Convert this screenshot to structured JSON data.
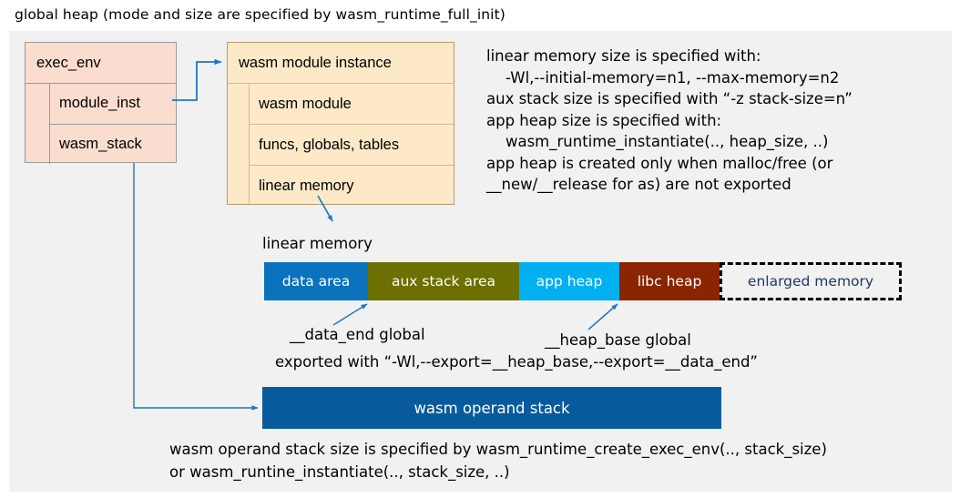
{
  "title": "global heap (mode and size are specified by wasm_runtime_full_init)",
  "colors": {
    "panel_bg": "#f1f1f1",
    "exec_env_fill": "#fbddcf",
    "module_instance_fill": "#fde9c8",
    "data_area": "#0b72bd",
    "aux_stack_area": "#6b7000",
    "app_heap": "#00b0f0",
    "libc_heap": "#8b2500",
    "enlarged_memory_text": "#1f3864",
    "operand_stack": "#075b9d",
    "connector": "#1f77c4"
  },
  "exec_env": {
    "header": "exec_env",
    "fields": [
      "module_inst",
      "wasm_stack"
    ]
  },
  "module_instance": {
    "header": "wasm module instance",
    "fields": [
      "wasm module",
      "funcs, globals, tables",
      "linear memory"
    ]
  },
  "notes": {
    "text": "linear memory size is specified with:\n    -Wl,--initial-memory=n1, --max-memory=n2\naux stack size is specified with “-z stack-size=n”\napp heap size is specified with:\n    wasm_runtime_instantiate(.., heap_size, ..)\napp heap is created only when malloc/free (or\n__new/__release for as) are not exported"
  },
  "linear_memory": {
    "label": "linear memory",
    "segments": [
      {
        "label": "data area",
        "color": "#0b72bd",
        "text_color": "#ffffff"
      },
      {
        "label": "aux stack area",
        "color": "#6b7000",
        "text_color": "#ffffff"
      },
      {
        "label": "app heap",
        "color": "#00b0f0",
        "text_color": "#ffffff"
      },
      {
        "label": "libc heap",
        "color": "#8b2500",
        "text_color": "#ffffff"
      },
      {
        "label": "enlarged memory",
        "color": "#f1f1f1",
        "text_color": "#1f3864"
      }
    ]
  },
  "annotations": {
    "data_end": "__data_end global",
    "heap_base": "__heap_base global",
    "exported": "exported with “-Wl,--export=__heap_base,--export=__data_end”"
  },
  "operand_stack": {
    "label": "wasm operand stack",
    "note": "wasm operand stack size is specified by wasm_runtime_create_exec_env(.., stack_size)\nor wasm_runtine_instantiate(.., stack_size, ..)"
  }
}
